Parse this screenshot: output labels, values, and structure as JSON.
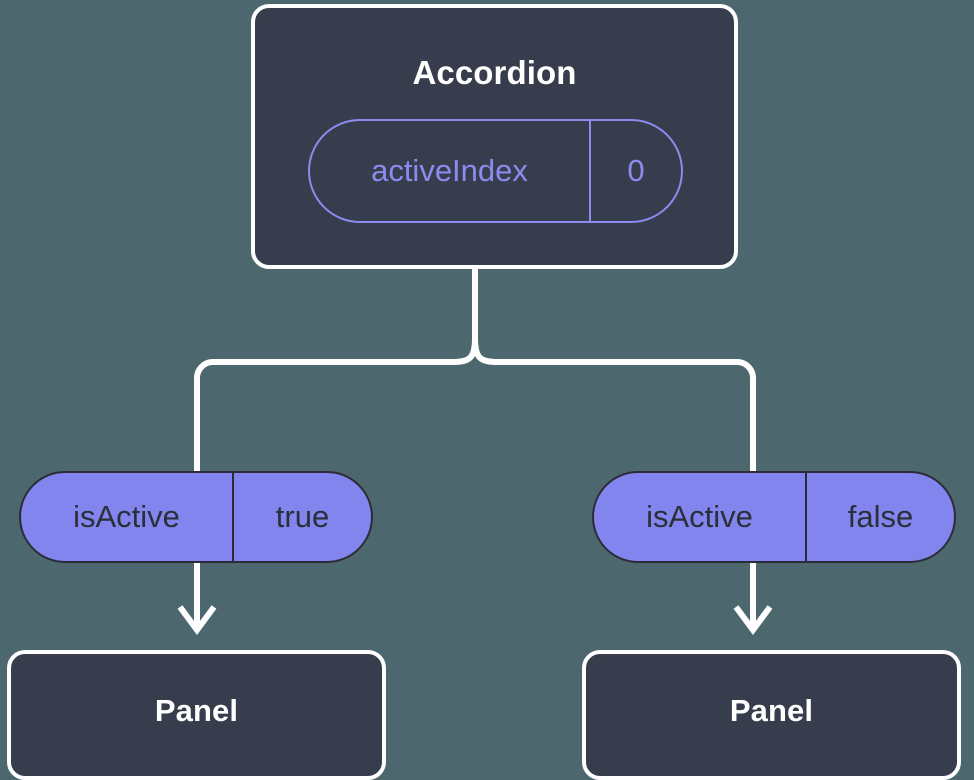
{
  "canvas": {
    "background_color": "#4d676e",
    "edge_color": "#ffffff",
    "node_fill": "#373d4d",
    "node_border": "#ffffff",
    "outline_pill_color": "#8b8bf0",
    "filled_pill_fill": "#8285ee",
    "filled_pill_border": "#2c2c38",
    "filled_pill_text": "#2b2f3a"
  },
  "diagram": {
    "root": {
      "title": "Accordion",
      "state": {
        "key": "activeIndex",
        "value": "0"
      }
    },
    "branches": [
      {
        "prop": {
          "key": "isActive",
          "value": "true"
        },
        "child": {
          "title": "Panel"
        }
      },
      {
        "prop": {
          "key": "isActive",
          "value": "false"
        },
        "child": {
          "title": "Panel"
        }
      }
    ]
  }
}
